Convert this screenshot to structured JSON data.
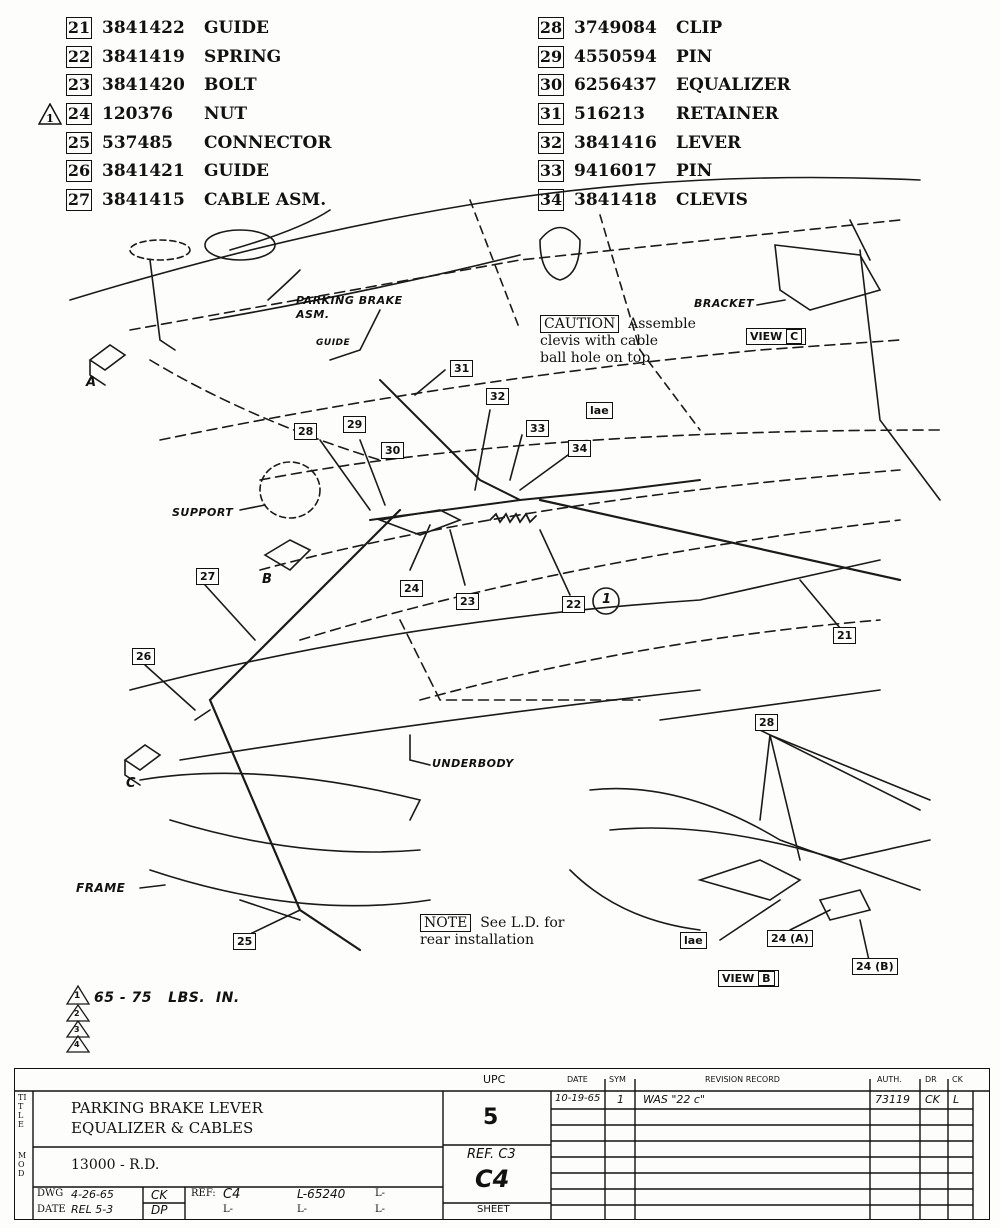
{
  "parts_left": [
    {
      "num": "21",
      "part": "3841422",
      "name": "GUIDE"
    },
    {
      "num": "22",
      "part": "3841419",
      "name": "SPRING"
    },
    {
      "num": "23",
      "part": "3841420",
      "name": "BOLT"
    },
    {
      "num": "24",
      "part": "120376",
      "name": "NUT",
      "warning": "1"
    },
    {
      "num": "25",
      "part": "537485",
      "name": "CONNECTOR"
    },
    {
      "num": "26",
      "part": "3841421",
      "name": "GUIDE"
    },
    {
      "num": "27",
      "part": "3841415",
      "name": "CABLE ASM."
    }
  ],
  "parts_right": [
    {
      "num": "28",
      "part": "3749084",
      "name": "CLIP"
    },
    {
      "num": "29",
      "part": "4550594",
      "name": "PIN"
    },
    {
      "num": "30",
      "part": "6256437",
      "name": "EQUALIZER"
    },
    {
      "num": "31",
      "part": "516213",
      "name": "RETAINER"
    },
    {
      "num": "32",
      "part": "3841416",
      "name": "LEVER"
    },
    {
      "num": "33",
      "part": "9416017",
      "name": "PIN"
    },
    {
      "num": "34",
      "part": "3841418",
      "name": "CLEVIS"
    }
  ],
  "labels": {
    "parking_brake": "PARKING BRAKE",
    "asm": "ASM.",
    "guide": "GUIDE",
    "support": "SUPPORT",
    "underbody": "UNDERBODY",
    "frame": "FRAME",
    "bracket": "BRACKET",
    "view_c": "VIEW",
    "view_c_letter": "C",
    "view_b": "VIEW",
    "view_b_letter": "B",
    "marker_a": "A",
    "marker_b": "B",
    "marker_c": "C",
    "lae": "lae",
    "lae2": "lae",
    "circle_1": "1",
    "c24a": "24",
    "c24a_suffix": "(A)",
    "c24b": "24",
    "c24b_suffix": "(B)",
    "c28b": "28"
  },
  "callouts": [
    "31",
    "32",
    "33",
    "34",
    "28",
    "29",
    "30",
    "24",
    "23",
    "22",
    "21",
    "27",
    "26",
    "25"
  ],
  "caution": {
    "tag": "CAUTION",
    "line1": "Assemble",
    "line2": "clevis with cable",
    "line3": "ball hole on top"
  },
  "note": {
    "tag": "NOTE",
    "line1": "See L.D. for",
    "line2": "rear installation"
  },
  "torque": {
    "index": "1",
    "text": "65 - 75   LBS.  IN.",
    "extra_triangles": [
      "2",
      "3",
      "4"
    ]
  },
  "title_block": {
    "title_side": "TITLE",
    "title_line1": "PARKING BRAKE LEVER",
    "title_line2": "EQUALIZER & CABLES",
    "mod_side": "MOD",
    "model": "13000 - R.D.",
    "upc_label": "UPC",
    "upc": "5",
    "ref_label": "REF. C3",
    "ref_big": "C4",
    "sheet": "SHEET",
    "dwg": "DWG",
    "dwg_date": "4-26-65",
    "dwg_init": "CK",
    "ref2_label": "REF:",
    "ref2": "C4",
    "l_num": "L-65240",
    "l_dash1": "L-",
    "date_label": "DATE",
    "rel": "REL 5-3",
    "date_init": "DP",
    "l_dash2": "L-",
    "l_dash3": "L-",
    "l_dash4": "L-",
    "rev_headers": [
      "DATE",
      "SYM",
      "REVISION RECORD",
      "AUTH.",
      "DR",
      "CK"
    ],
    "rev_row": {
      "date": "10-19-65",
      "sym": "1",
      "record": "WAS \"22 c\"",
      "auth": "73119",
      "dr": "CK",
      "ck": "L"
    }
  }
}
